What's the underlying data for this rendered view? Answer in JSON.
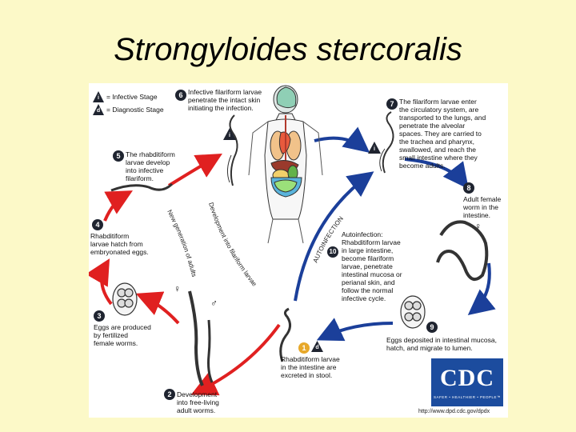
{
  "title": "Strongyloides stercoralis",
  "legend": {
    "infective_symbol": "i",
    "infective_label": "= Infective Stage",
    "diagnostic_symbol": "d",
    "diagnostic_label": "= Diagnostic Stage"
  },
  "steps": {
    "s1": {
      "num": "1",
      "symbol": "d",
      "text": [
        "Rhabditiform larvae",
        "in the intestine are",
        "excreted in stool."
      ]
    },
    "s2": {
      "num": "2",
      "text": [
        "Development",
        "into free-living",
        "adult worms."
      ]
    },
    "s3": {
      "num": "3",
      "text": [
        "Eggs are produced",
        "by fertilized",
        "female worms."
      ]
    },
    "s4": {
      "num": "4",
      "text": [
        "Rhabditiform",
        "larvae hatch from",
        "embryonated eggs."
      ]
    },
    "s5": {
      "num": "5",
      "text": [
        "The rhabditiform",
        "larvae develop",
        "into infective",
        "filariform."
      ]
    },
    "s6": {
      "num": "6",
      "symbol": "i",
      "text": [
        "Infective filariform larvae",
        "penetrate the intact skin",
        "initiating the infection."
      ]
    },
    "s7": {
      "num": "7",
      "symbol": "i",
      "text": [
        "The filariform larvae enter",
        "the circulatory system, are",
        "transported to the lungs, and",
        "penetrate the alveolar",
        "spaces. They are carried to",
        "the trachea and pharynx,",
        "swallowed, and reach the",
        "small intestine where they",
        "become adults."
      ]
    },
    "s8": {
      "num": "8",
      "text": [
        "Adult female",
        "worm in the",
        "intestine."
      ]
    },
    "s9": {
      "num": "9",
      "text": [
        "Eggs deposited in intestinal mucosa,",
        "hatch, and migrate to lumen."
      ]
    },
    "s10": {
      "num": "10",
      "text": [
        "Autoinfection:",
        "Rhabditiform larvae",
        "in large intestine,",
        "become filariform",
        "larvae, penetrate",
        "intestinal mucosa or",
        "perianal skin, and",
        "follow the normal",
        "infective cycle."
      ]
    }
  },
  "cycle_labels": {
    "new_generation": "New generation of adults",
    "development": "Development into filariform larvae",
    "autoinfection": "AUTOINFECTION"
  },
  "sex_symbols": {
    "female": "♀",
    "male": "♂"
  },
  "logo": {
    "text": "CDC",
    "tagline": "SAFER • HEALTHIER • PEOPLE™"
  },
  "url": "http://www.dpd.cdc.gov/dpdx",
  "colors": {
    "background": "#fcf9c8",
    "red_arrow": "#e02020",
    "blue_arrow": "#1b3f9a",
    "badge": "#1f2430",
    "badge_orange": "#e7a82a",
    "cdc_blue": "#1c4c9e"
  }
}
